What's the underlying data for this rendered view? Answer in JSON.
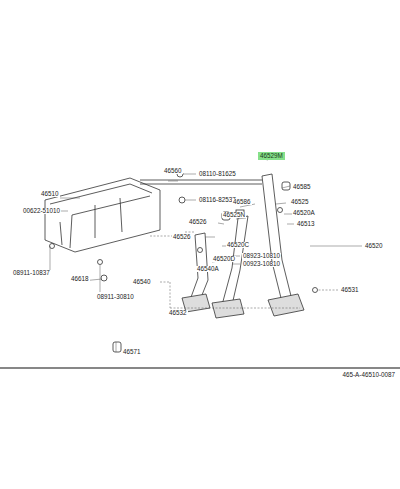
{
  "diagram": {
    "nodes": [
      {
        "text": [
          "46529M"
        ]
      }
    ],
    "labels": [
      "46560",
      "08110-81625",
      "08116-82537",
      "46510",
      "00622-51010",
      "46586",
      "46525N",
      "46585",
      "46525",
      "46520A",
      "46513",
      "46526",
      "46526",
      "46520",
      "46520C",
      "46520D",
      "08923-10810",
      "00923-10810",
      "46540A",
      "46540",
      "46531",
      "46532",
      "08911-10837",
      "46618",
      "08911-30810",
      "46571",
      "465-A-46510-0087"
    ]
  }
}
